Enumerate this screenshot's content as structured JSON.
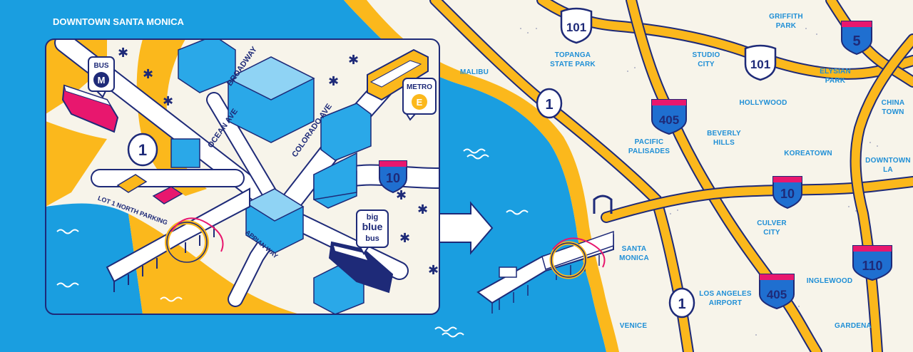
{
  "inset": {
    "title": "DOWNTOWN SANTA MONICA",
    "streets": {
      "broadway": "BROADWAY",
      "ocean_ave": "OCEAN AVE",
      "colorado_ave": "COLORADO AVE",
      "appian_way": "APPIAN WAY",
      "lot1": "LOT 1 NORTH PARKING"
    },
    "bus_badge": {
      "top": "BUS",
      "letter": "M"
    },
    "metro_badge": {
      "top": "METRO",
      "letter": "E"
    },
    "big_blue_bus": {
      "line1": "big",
      "line2": "blue",
      "line3": "bus"
    },
    "route_1": "1",
    "interstate_10": "10"
  },
  "region": {
    "places": {
      "griffith_park_1": "GRIFFITH",
      "griffith_park_2": "PARK",
      "topanga_1": "TOPANGA",
      "topanga_2": "STATE PARK",
      "studio_city_1": "STUDIO",
      "studio_city_2": "CITY",
      "elysian_1": "ELYSIAN",
      "elysian_2": "PARK",
      "malibu": "MALIBU",
      "hollywood": "HOLLYWOOD",
      "china_1": "CHINA",
      "china_2": "TOWN",
      "pacific_1": "PACIFIC",
      "pacific_2": "PALISADES",
      "beverly_1": "BEVERLY",
      "beverly_2": "HILLS",
      "koreatown": "KOREATOWN",
      "downtown_1": "DOWNTOWN",
      "downtown_2": "LA",
      "culver_1": "CULVER",
      "culver_2": "CITY",
      "santa_monica_1": "SANTA",
      "santa_monica_2": "MONICA",
      "lax_1": "LOS ANGELES",
      "lax_2": "AIRPORT",
      "inglewood": "INGLEWOOD",
      "venice": "VENICE",
      "gardena": "GARDENA"
    },
    "shields": {
      "us101_a": "101",
      "us101_b": "101",
      "i5": "5",
      "ca1_a": "1",
      "ca1_b": "1",
      "i405_a": "405",
      "i405_b": "405",
      "i10": "10",
      "i110": "110"
    }
  },
  "colors": {
    "ocean": "#1a9ee0",
    "land": "#f7f4ea",
    "sand": "#fbb81c",
    "road_outline": "#1e2a78",
    "interstate_blue": "#1f6fd0",
    "interstate_red": "#e8176e",
    "metro_gold": "#fbb81c",
    "bus_red": "#e8176e"
  }
}
